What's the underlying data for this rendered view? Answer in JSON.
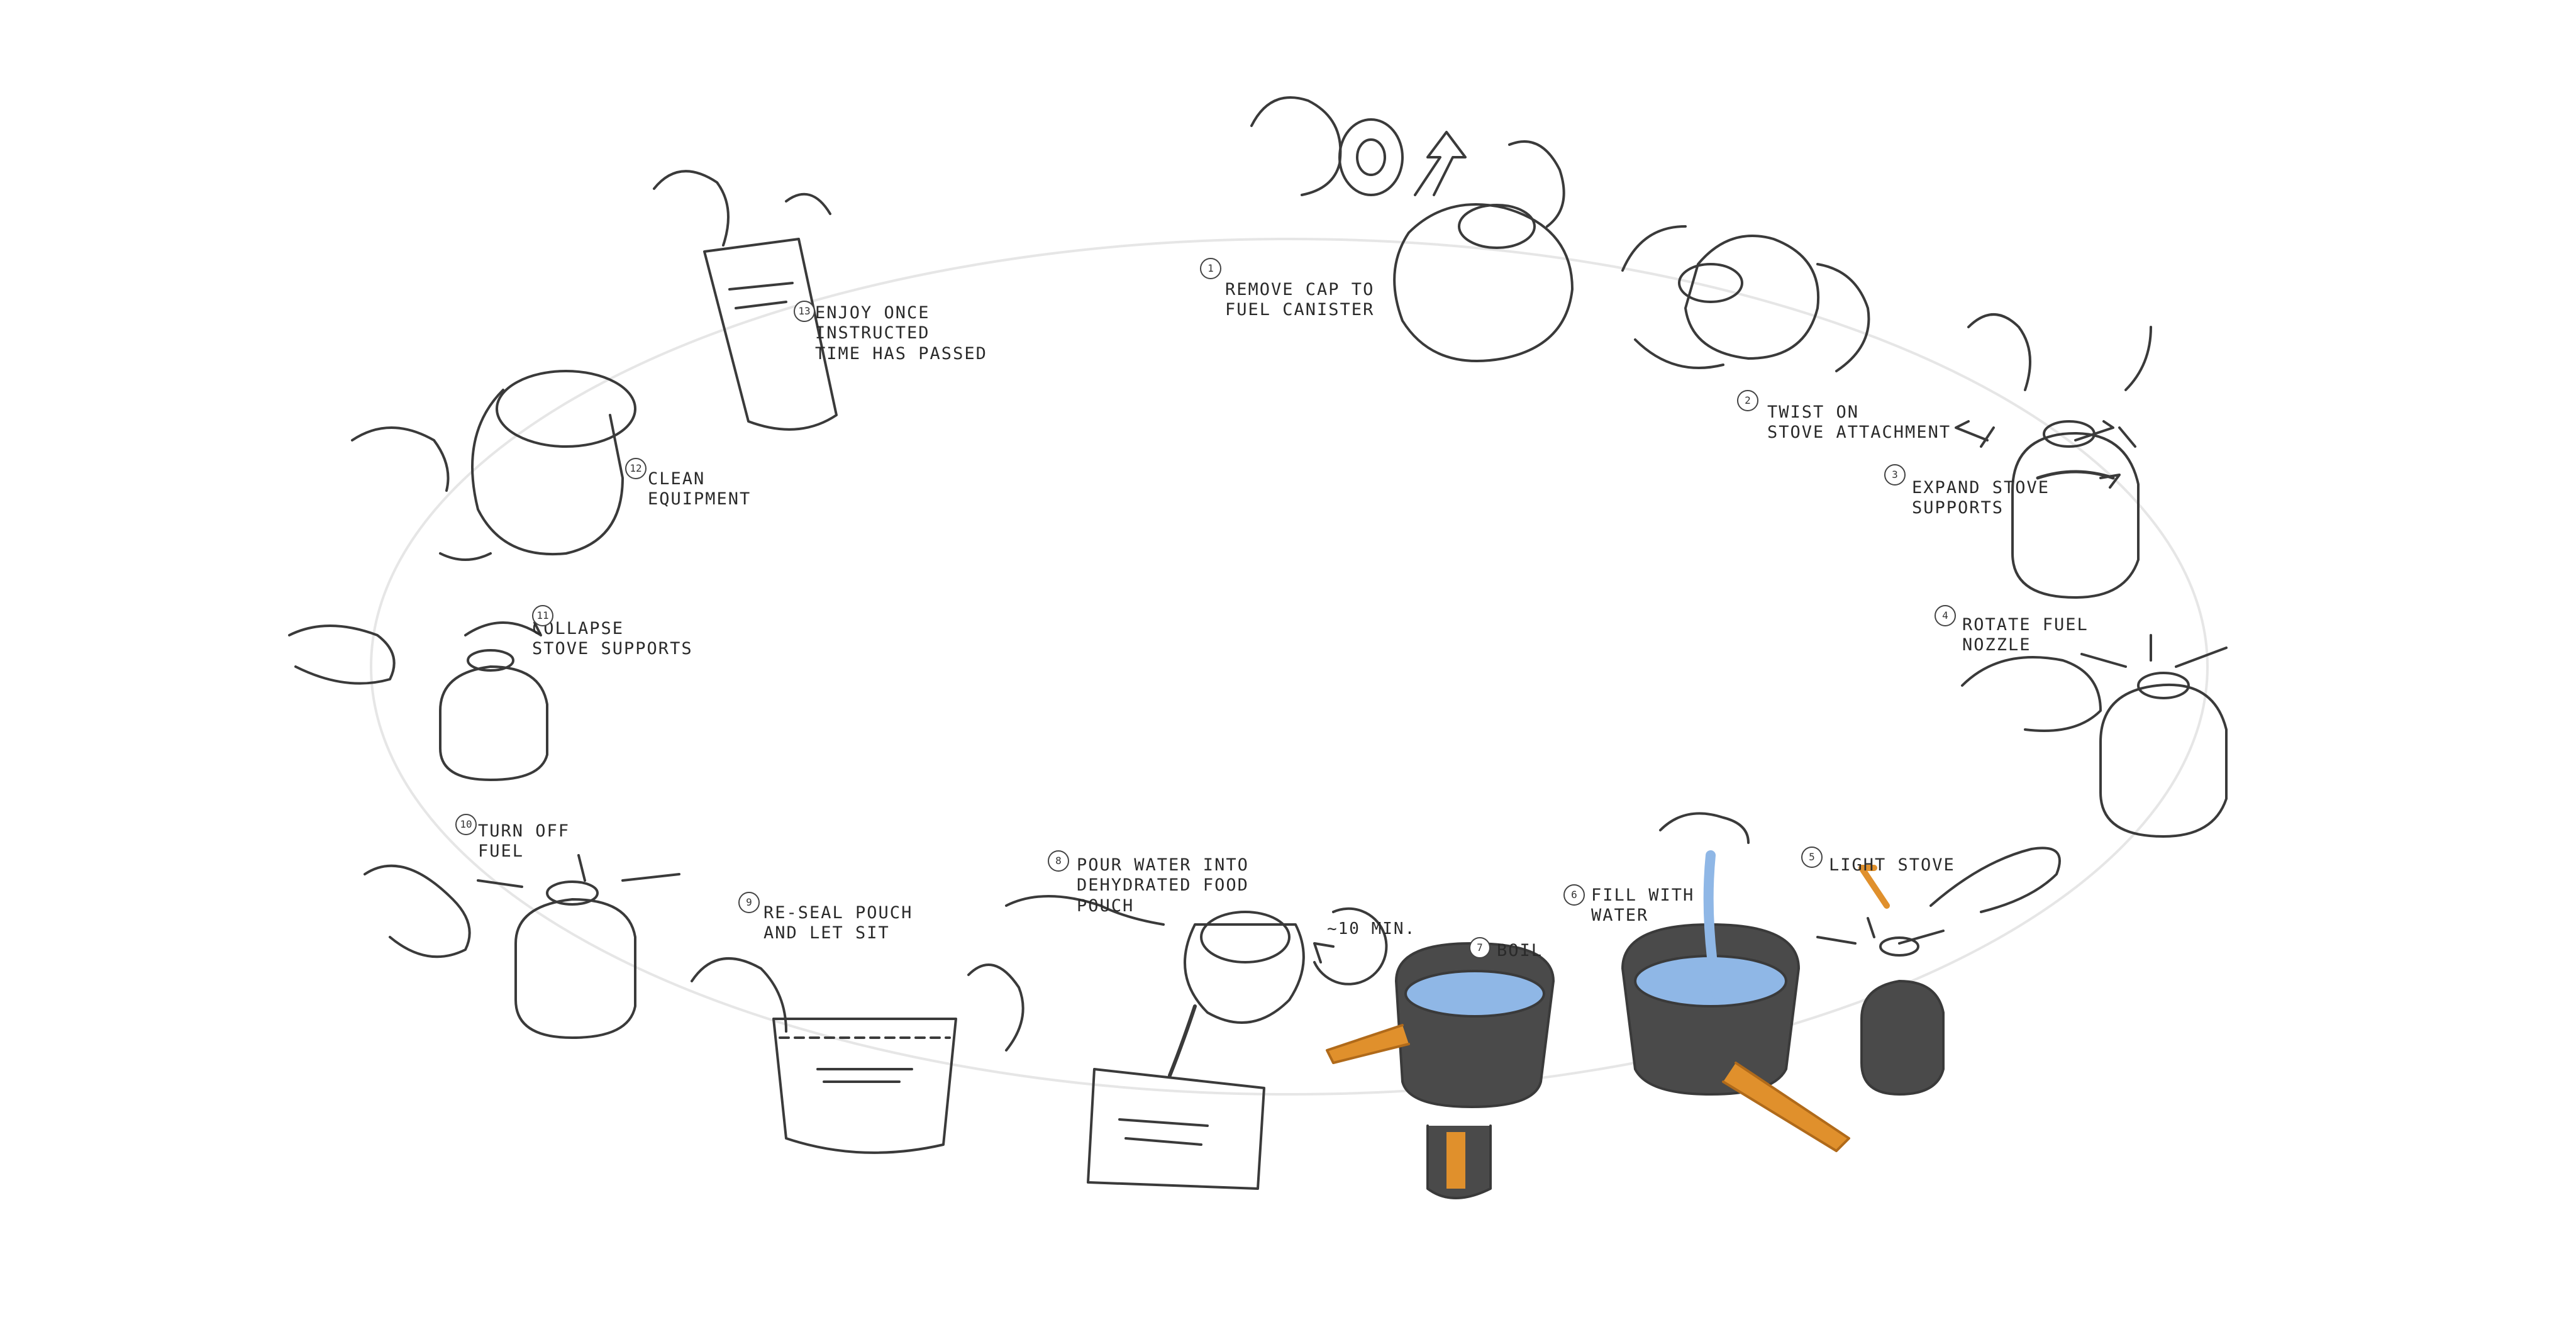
{
  "diagram": {
    "ring": "step cycle around an ellipse",
    "colors": {
      "ink": "#3a3a3a",
      "pot": "#4a4a4a",
      "accent": "#e0902c",
      "water": "#8fb7e6",
      "guide": "#e6e6e6"
    },
    "steps": [
      {
        "num": "1",
        "label": "REMOVE CAP TO\nFUEL CANISTER"
      },
      {
        "num": "2",
        "label": "TWIST ON\nSTOVE ATTACHMENT"
      },
      {
        "num": "3",
        "label": "EXPAND STOVE\nSUPPORTS"
      },
      {
        "num": "4",
        "label": "ROTATE FUEL\nNOZZLE"
      },
      {
        "num": "5",
        "label": "LIGHT STOVE"
      },
      {
        "num": "6",
        "label": "FILL WITH\nWATER"
      },
      {
        "num": "7",
        "label": "BOIL"
      },
      {
        "num": "8",
        "label": "POUR WATER INTO\nDEHYDRATED FOOD\nPOUCH"
      },
      {
        "num": "9",
        "label": "RE-SEAL POUCH\nAND LET SIT"
      },
      {
        "num": "10",
        "label": "TURN OFF\nFUEL"
      },
      {
        "num": "11",
        "label": "COLLAPSE\nSTOVE SUPPORTS"
      },
      {
        "num": "12",
        "label": "CLEAN\nEQUIPMENT"
      },
      {
        "num": "13",
        "label": "ENJOY ONCE\nINSTRUCTED\nTIME HAS PASSED"
      }
    ],
    "timer_label": "~10 MIN."
  }
}
